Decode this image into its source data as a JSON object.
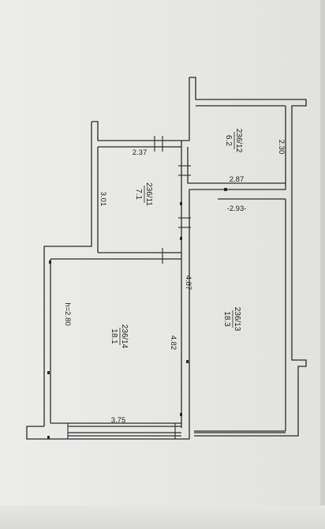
{
  "rooms": [
    {
      "id": "236/11",
      "area": "7.1"
    },
    {
      "id": "236/12",
      "area": "6.2"
    },
    {
      "id": "236/13",
      "area": "18.3"
    },
    {
      "id": "236/14",
      "area": "18.1"
    }
  ],
  "dimensions": {
    "d_237": "2.37",
    "d_301": "3.01",
    "d_230": "2.30",
    "d_287": "2.87",
    "d_293": "-2.93-",
    "d_487": "4.87",
    "d_482": "4.82",
    "d_375": "3.75"
  },
  "ceiling_height": "h=2.80",
  "colors": {
    "wall": "#2a2a2a",
    "paper": "#ececea",
    "wall_fill": "#f4f4f2"
  }
}
